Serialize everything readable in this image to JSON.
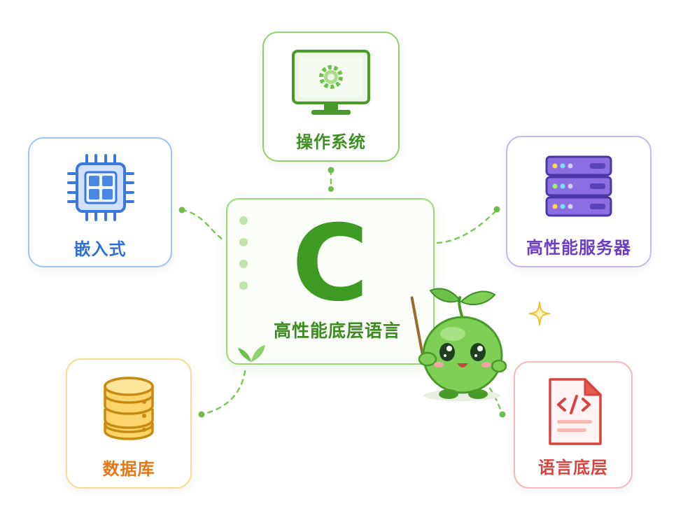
{
  "center": {
    "letter": "C",
    "subtitle": "高性能底层语言"
  },
  "nodes": {
    "os": {
      "label": "操作系统",
      "icon": "monitor-gear-icon",
      "color": "#3f8f24"
    },
    "embedded": {
      "label": "嵌入式",
      "icon": "chip-icon",
      "color": "#2f6fd6"
    },
    "server": {
      "label": "高性能服务器",
      "icon": "server-rack-icon",
      "color": "#6a3fc4"
    },
    "database": {
      "label": "数据库",
      "icon": "database-icon",
      "color": "#e0791a"
    },
    "language": {
      "label": "语言底层",
      "icon": "code-file-icon",
      "color": "#d9443f"
    }
  },
  "mascot": {
    "icon": "sprout-mascot-icon"
  },
  "decor": {
    "sparkle": "sparkle-icon",
    "leaves": "leaf-sprout-icon"
  },
  "accent_color": "#3d9a22"
}
